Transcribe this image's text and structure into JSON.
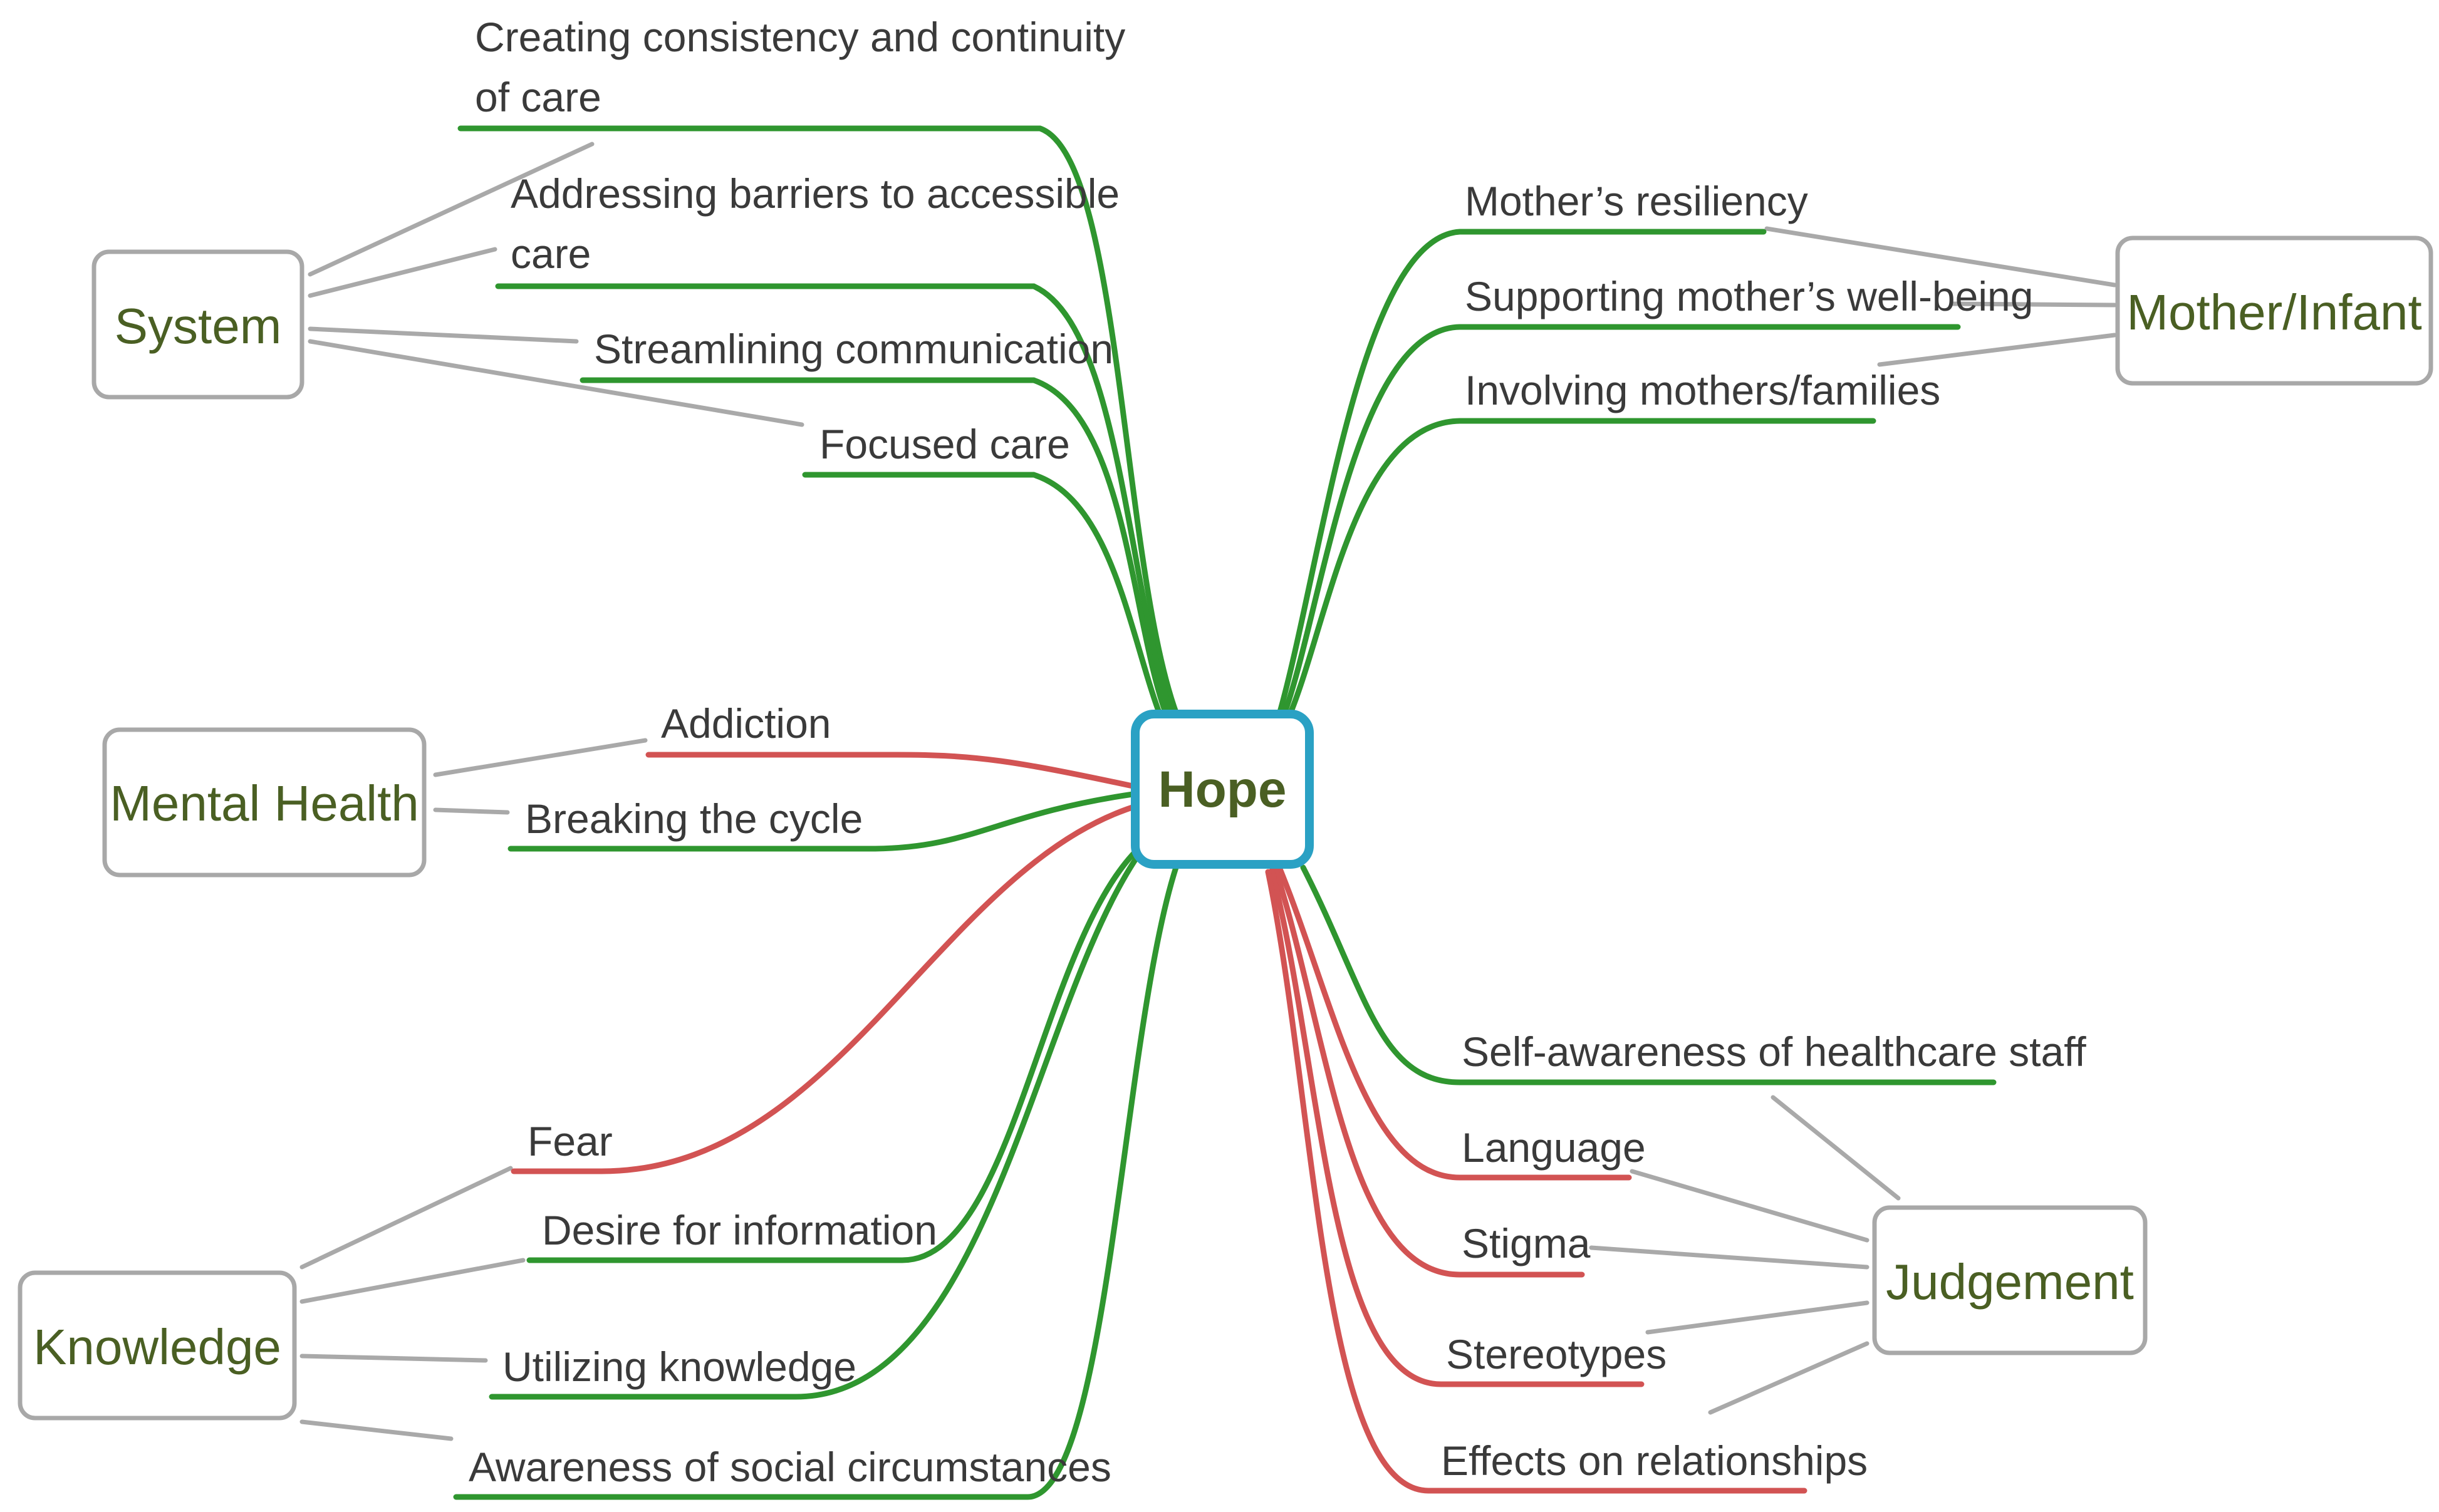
{
  "colors": {
    "positive": "#2f962f",
    "negative": "#d25353",
    "connector": "#a9a9a9",
    "box_border": "#a8a8a8",
    "hub_border": "#2aa1c4",
    "category_text": "#4a5f23"
  },
  "hub": {
    "label": "Hope"
  },
  "categories": {
    "system": "System",
    "mental_health": "Mental Health",
    "knowledge": "Knowledge",
    "mother_infant": "Mother/Infant",
    "judgement": "Judgement"
  },
  "themes": {
    "consistency": [
      "Creating consistency and continuity",
      "of care"
    ],
    "barriers": [
      "Addressing barriers to accessible",
      "care"
    ],
    "streamlining": "Streamlining communication",
    "focused": "Focused care",
    "addiction": "Addiction",
    "breaking": "Breaking the cycle",
    "fear": "Fear",
    "desire": "Desire for information",
    "utilizing": "Utilizing knowledge",
    "awareness": "Awareness of social circumstances",
    "resiliency": "Mother’s resiliency",
    "wellbeing": "Supporting mother’s well-being",
    "involving": "Involving mothers/families",
    "self_awareness": "Self-awareness of healthcare staff",
    "language": "Language",
    "stigma": "Stigma",
    "stereotypes": "Stereotypes",
    "effects": "Effects on relationships"
  }
}
